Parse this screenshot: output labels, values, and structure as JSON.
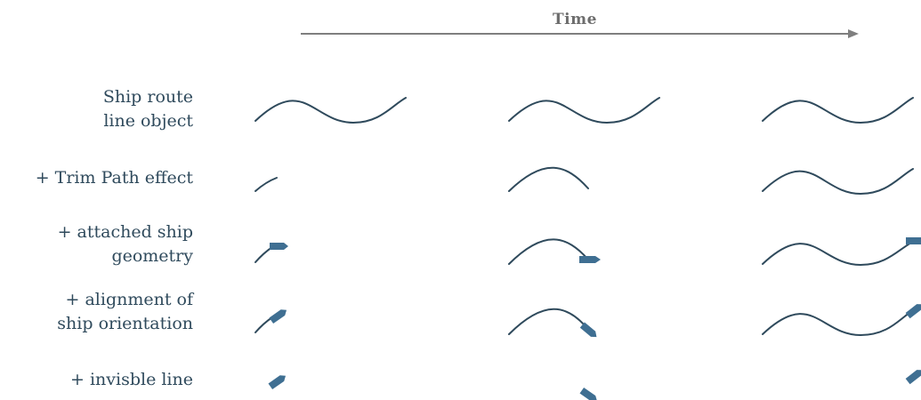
{
  "header": {
    "time_label": "Time"
  },
  "rows": [
    {
      "label_lines": [
        "Ship route",
        "line object"
      ]
    },
    {
      "label_lines": [
        "+ Trim Path effect"
      ]
    },
    {
      "label_lines": [
        "+ attached ship",
        "geometry"
      ]
    },
    {
      "label_lines": [
        "+ alignment of",
        "ship orientation"
      ]
    },
    {
      "label_lines": [
        "+ invisble line"
      ]
    }
  ],
  "colors": {
    "route": "#2f4a5c",
    "ship": "#3f6f92",
    "arrow": "#7f7f7f",
    "time_label": "#6d6d6d"
  }
}
